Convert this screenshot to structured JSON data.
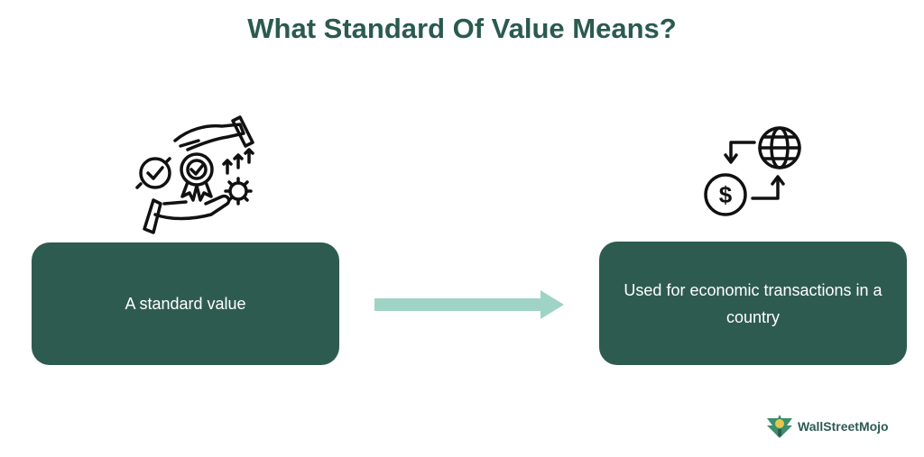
{
  "title": "What Standard Of Value Means?",
  "left_box": {
    "text": "A standard value"
  },
  "right_box": {
    "text": "Used for economic transactions in a country"
  },
  "icons": {
    "left": "hands-badge-gear-growth-icon",
    "right": "dollar-globe-exchange-icon"
  },
  "logo": {
    "text": "WallStreetMojo"
  },
  "colors": {
    "title": "#2b5a4f",
    "box": "#2e5b50",
    "arrow": "#9fd4c5",
    "icon_stroke": "#111111"
  }
}
